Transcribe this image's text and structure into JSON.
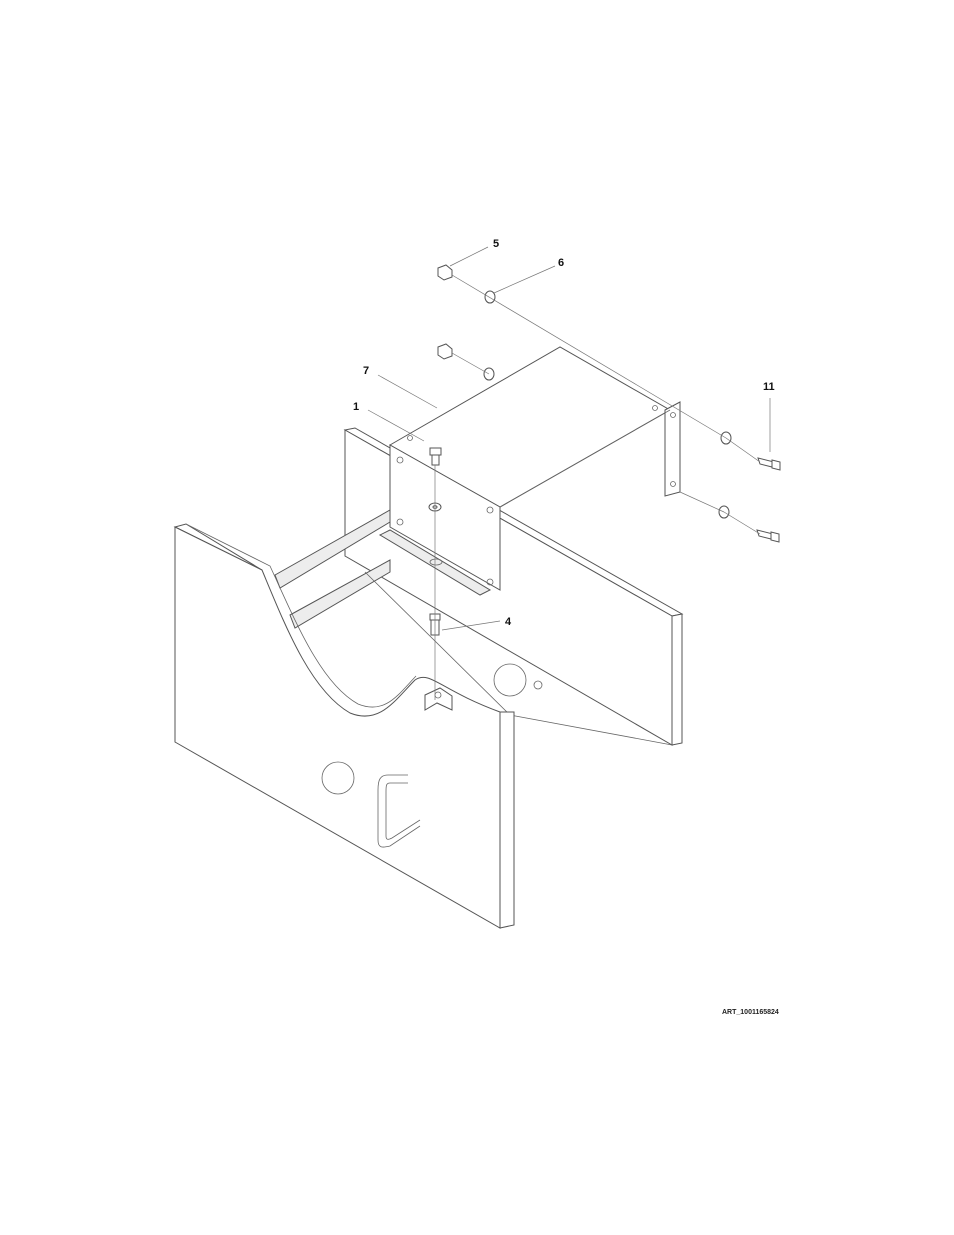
{
  "diagram": {
    "title": "",
    "callouts": [
      "5",
      "6",
      "7",
      "1",
      "11",
      "4"
    ],
    "art_id": "ART_1001165824"
  }
}
